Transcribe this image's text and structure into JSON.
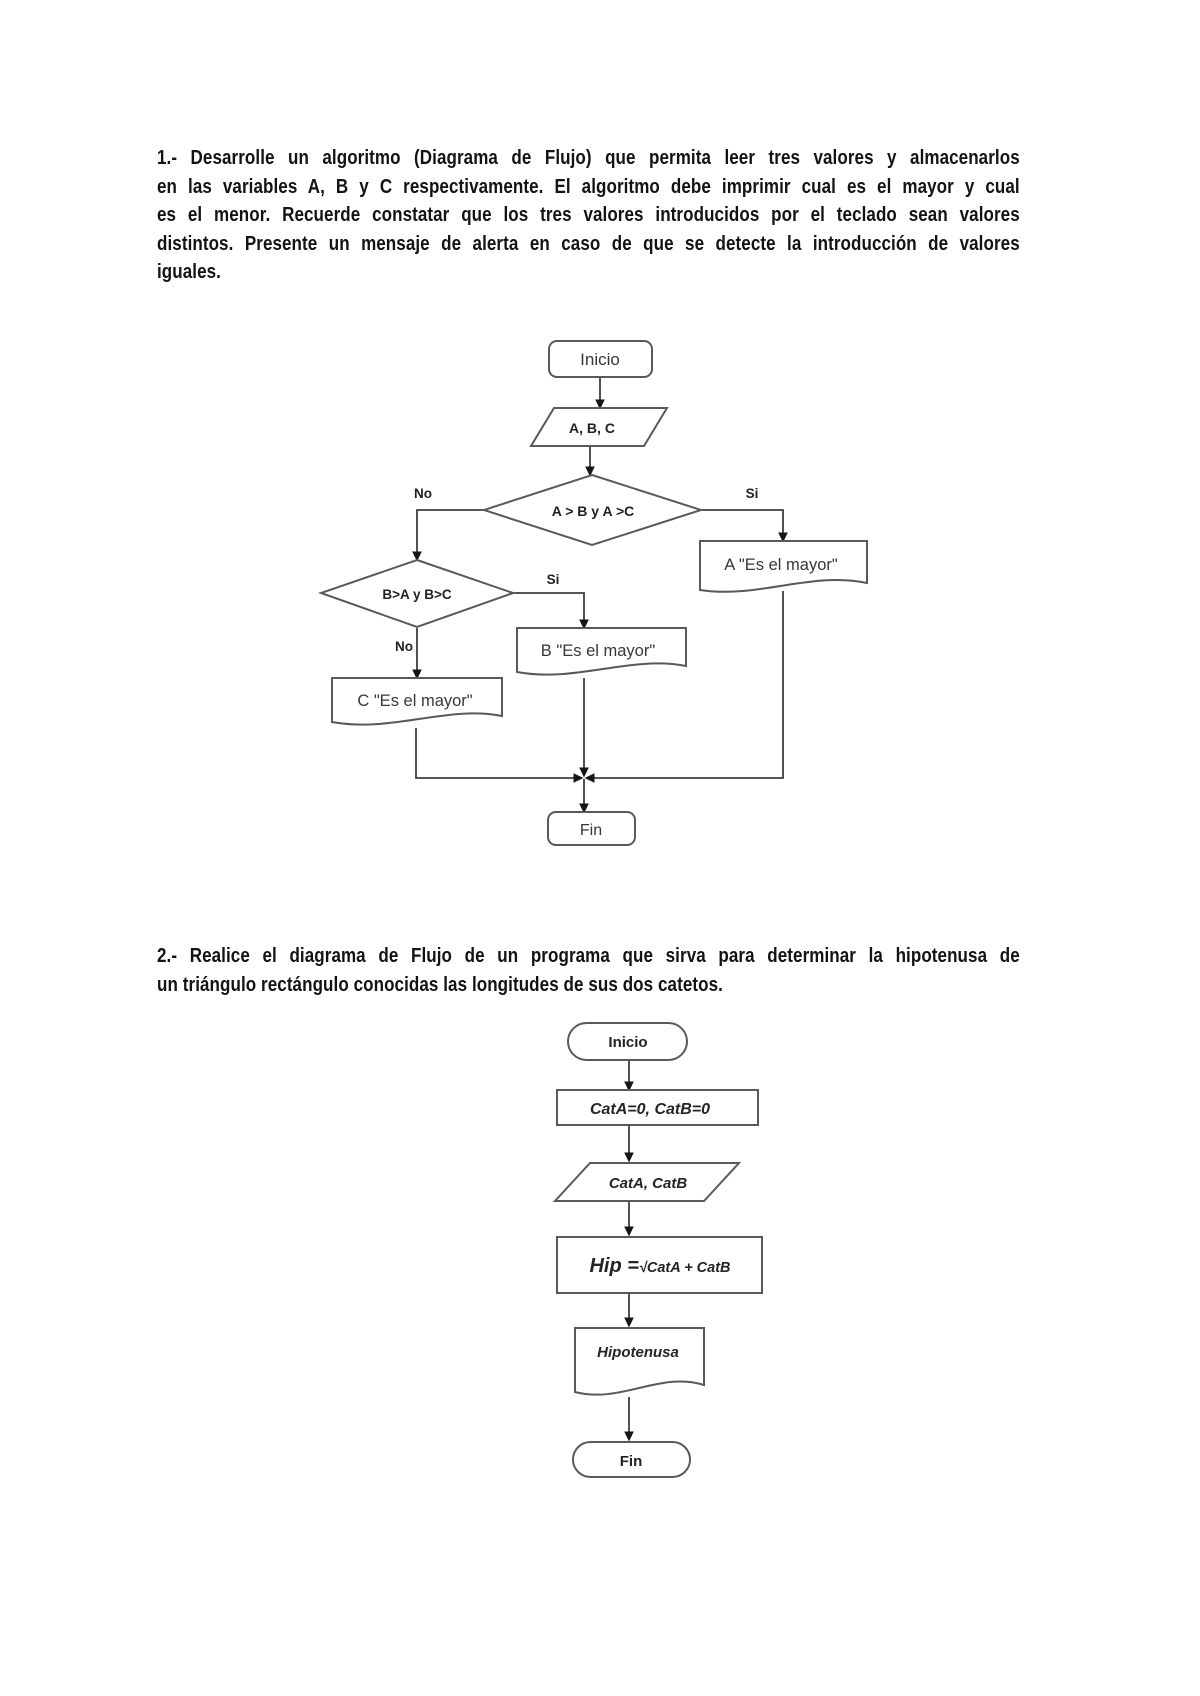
{
  "problem1": {
    "lines": [
      "1.- Desarrolle un algoritmo (Diagrama de Flujo) que permita leer tres valores y almacenarlos",
      "en las variables A, B y C respectivamente. El algoritmo debe imprimir cual es el mayor y cual",
      "es el menor. Recuerde constatar que los tres valores introducidos por el teclado sean valores",
      "distintos. Presente un mensaje de alerta en caso de que se detecte la introducción de valores",
      "iguales."
    ]
  },
  "problem2": {
    "lines": [
      "2.- Realice el diagrama de Flujo de un programa que sirva para determinar la hipotenusa de",
      "un triángulo rectángulo conocidas las longitudes de sus dos catetos."
    ]
  },
  "flowchart1": {
    "start": "Inicio",
    "input": "A, B, C",
    "decision1": "A > B y A >C",
    "decision2": "B>A y B>C",
    "label_no1": "No",
    "label_si1": "Si",
    "label_si2": "Si",
    "label_no2": "No",
    "output_a": "A \"Es el mayor\"",
    "output_b": "B \"Es el mayor\"",
    "output_c": "C \"Es el mayor\"",
    "end": "Fin"
  },
  "flowchart2": {
    "start": "Inicio",
    "init": "CatA=0, CatB=0",
    "input": "CatA, CatB",
    "process_hip": "Hip =",
    "process_formula": "√CatA + CatB",
    "output": "Hipotenusa",
    "end": "Fin"
  },
  "colors": {
    "shape_stroke": "#58595b",
    "connector": "#3f3f3f",
    "arrowhead": "#161616",
    "text": "#131313",
    "background": "#ffffff"
  }
}
